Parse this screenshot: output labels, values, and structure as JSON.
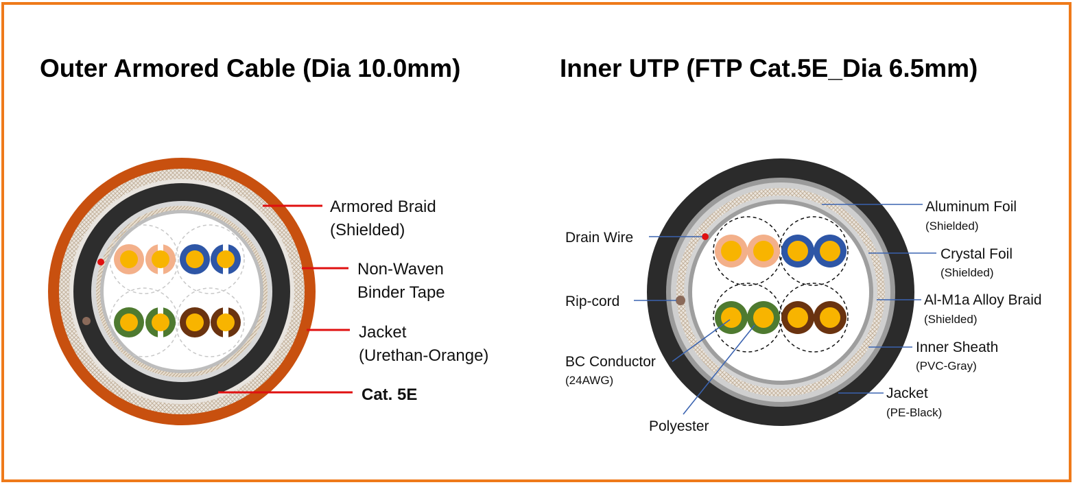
{
  "border_color": "#ef7a1a",
  "left_title": "Outer Armored Cable (Dia 10.0mm)",
  "right_title": "Inner UTP (FTP Cat.5E_Dia 6.5mm)",
  "left_labels": {
    "armored_braid": "Armored Braid",
    "armored_braid_sub": "(Shielded)",
    "binder_line1": "Non-Waven",
    "binder_line2": "Binder Tape",
    "jacket": "Jacket",
    "jacket_sub": "(Urethan-Orange)",
    "cat": "Cat. 5E"
  },
  "right_labels": {
    "drain_wire": "Drain Wire",
    "rip_cord": "Rip-cord",
    "bc_conductor": "BC Conductor",
    "bc_conductor_sub": "(24AWG)",
    "polyester": "Polyester",
    "aluminum_foil": "Aluminum Foil",
    "aluminum_foil_sub": "(Shielded)",
    "crystal_foil": "Crystal Foil",
    "crystal_foil_sub": "(Shielded)",
    "alloy_braid": "Al-M1a Alloy Braid",
    "alloy_braid_sub": "(Shielded)",
    "inner_sheath": "Inner Sheath",
    "inner_sheath_sub": "(PVC-Gray)",
    "jacket": "Jacket",
    "jacket_sub": "(PE-Black)"
  },
  "colors": {
    "orange_jacket": "#c8500f",
    "black_jacket": "#2b2b2b",
    "red_leader": "#e01010",
    "blue_leader": "#3a63b0",
    "conductor": "#f8b400",
    "pair_orange": "#f3b08a",
    "pair_blue": "#2e56a6",
    "pair_green": "#4e7a30",
    "pair_brown": "#6a3310"
  }
}
